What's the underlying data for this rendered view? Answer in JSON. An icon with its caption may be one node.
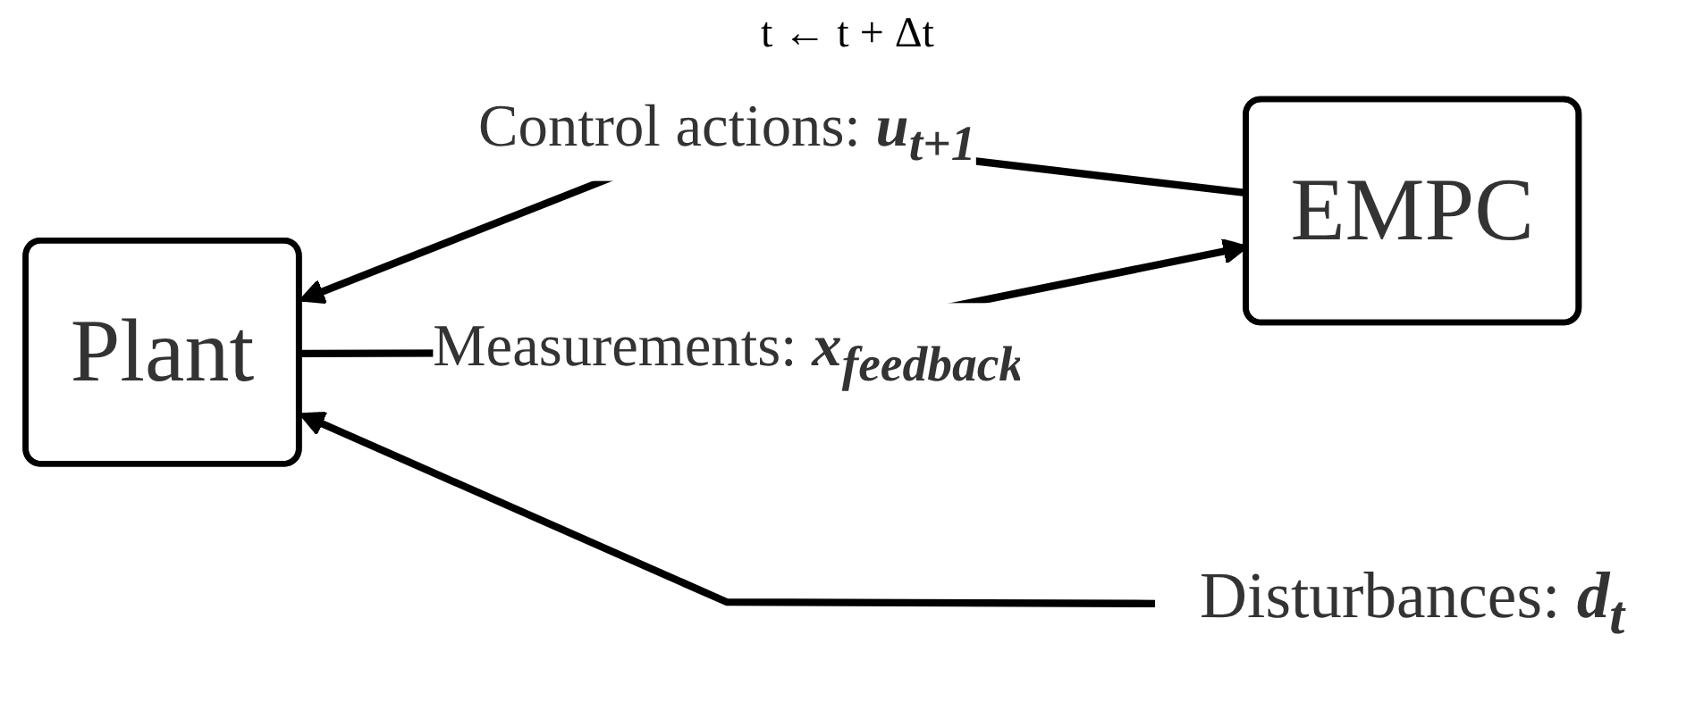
{
  "diagram": {
    "nodes": [
      {
        "text": [
          "EMPC"
        ]
      },
      {
        "text": [
          "Plant"
        ]
      },
      {
        "text": [
          "Disturbances: **d**$_{t}$"
        ]
      }
    ],
    "edges": [
      {
        "from": 1,
        "to": 0,
        "arrow": "to",
        "label": "Measurements: **x**$_{feedback}$"
      },
      {
        "from": 0,
        "to": 1,
        "arrow": "to",
        "label": "Control actions: **u**$_{t+1}$"
      },
      {
        "from": 2,
        "to": 1,
        "arrow": "to"
      }
    ],
    "labels": [
      "t ← t + Δt"
    ]
  }
}
